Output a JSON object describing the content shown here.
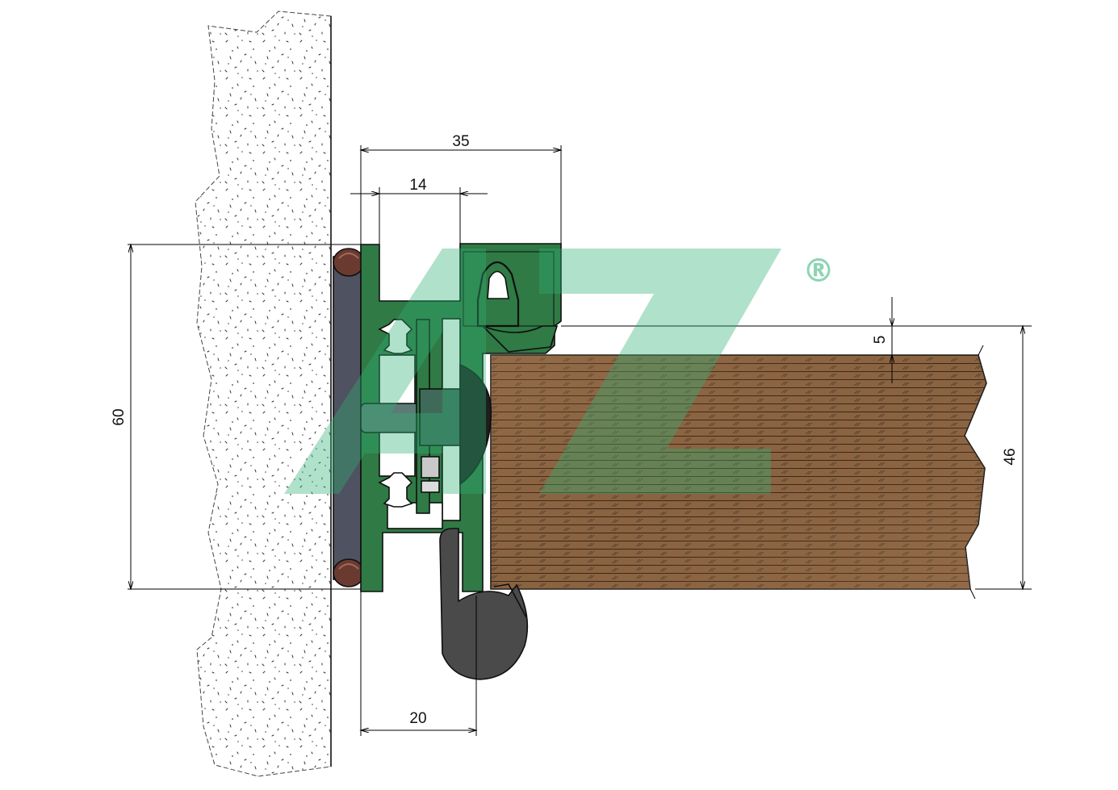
{
  "dimensions": {
    "top_width": "35",
    "top_offset": "14",
    "bottom_width": "20",
    "left_height": "60",
    "gap": "5",
    "right_height": "46"
  },
  "watermark": {
    "registered_mark": "®"
  },
  "colors": {
    "concrete": "#fdfdfd",
    "gasket_gray": "#4f5260",
    "gasket_brown": "#6a3a30",
    "profile_green": "#2f7a45",
    "profile_green_dark": "#1d4f2e",
    "seal_dark": "#4a4a4a",
    "wood": "#8d6543",
    "wood_dark": "#6b4a2e",
    "watermark_green": "#2fb074"
  }
}
